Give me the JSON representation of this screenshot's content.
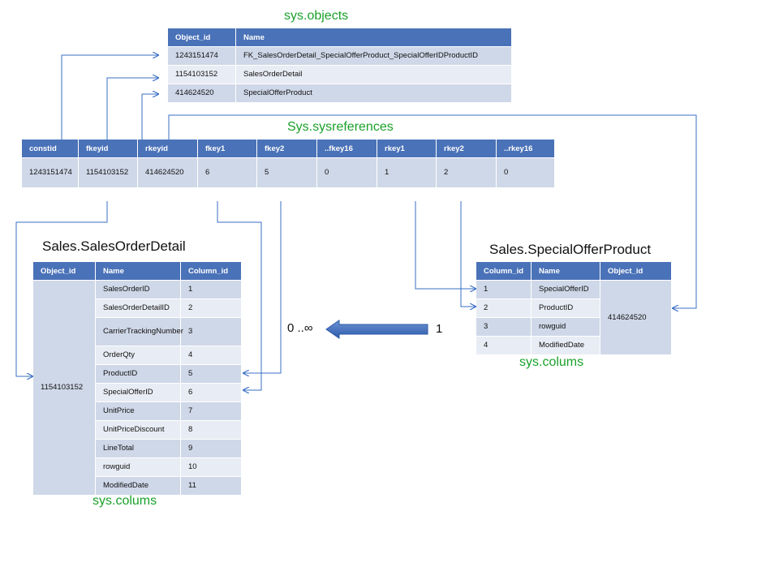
{
  "sys_objects": {
    "title": "sys.objects",
    "headers": [
      "Object_id",
      "Name"
    ],
    "rows": [
      [
        "1243151474",
        "FK_SalesOrderDetail_SpecialOfferProduct_SpecialOfferIDProductID"
      ],
      [
        "1154103152",
        "SalesOrderDetail"
      ],
      [
        "414624520",
        "SpecialOfferProduct"
      ]
    ]
  },
  "sysreferences": {
    "title": "Sys.sysreferences",
    "headers": [
      "constid",
      "fkeyid",
      "rkeyid",
      "fkey1",
      "fkey2",
      "..fkey16",
      "rkey1",
      "rkey2",
      "..rkey16"
    ],
    "row": [
      "1243151474",
      "1154103152",
      "414624520",
      "6",
      "5",
      "0",
      "1",
      "2",
      "0"
    ]
  },
  "sales_order_detail": {
    "title": "Sales.SalesOrderDetail",
    "caption": "sys.colums",
    "headers": [
      "Object_id",
      "Name",
      "Column_id"
    ],
    "object_id": "1154103152",
    "rows": [
      [
        "SalesOrderID",
        "1"
      ],
      [
        "SalesOrderDetailID",
        "2"
      ],
      [
        "CarrierTrackingNumber",
        "3"
      ],
      [
        "OrderQty",
        "4"
      ],
      [
        "ProductID",
        "5"
      ],
      [
        "SpecialOfferID",
        "6"
      ],
      [
        "UnitPrice",
        "7"
      ],
      [
        "UnitPriceDiscount",
        "8"
      ],
      [
        "LineTotal",
        "9"
      ],
      [
        "rowguid",
        "10"
      ],
      [
        "ModifiedDate",
        "11"
      ]
    ]
  },
  "special_offer_product": {
    "title": "Sales.SpecialOfferProduct",
    "caption": "sys.colums",
    "headers": [
      "Column_id",
      "Name",
      "Object_id"
    ],
    "object_id": "414624520",
    "rows": [
      [
        "1",
        "SpecialOfferID"
      ],
      [
        "2",
        "ProductID"
      ],
      [
        "3",
        "rowguid"
      ],
      [
        "4",
        "ModifiedDate"
      ]
    ]
  },
  "cardinality": {
    "many": "0 ..∞",
    "one": "1"
  },
  "colors": {
    "header": "#4a72b8",
    "row_dark": "#cfd8e8",
    "row_light": "#e8ecf4",
    "caption_green": "#1aa12a",
    "connector": "#3a6fc4"
  }
}
